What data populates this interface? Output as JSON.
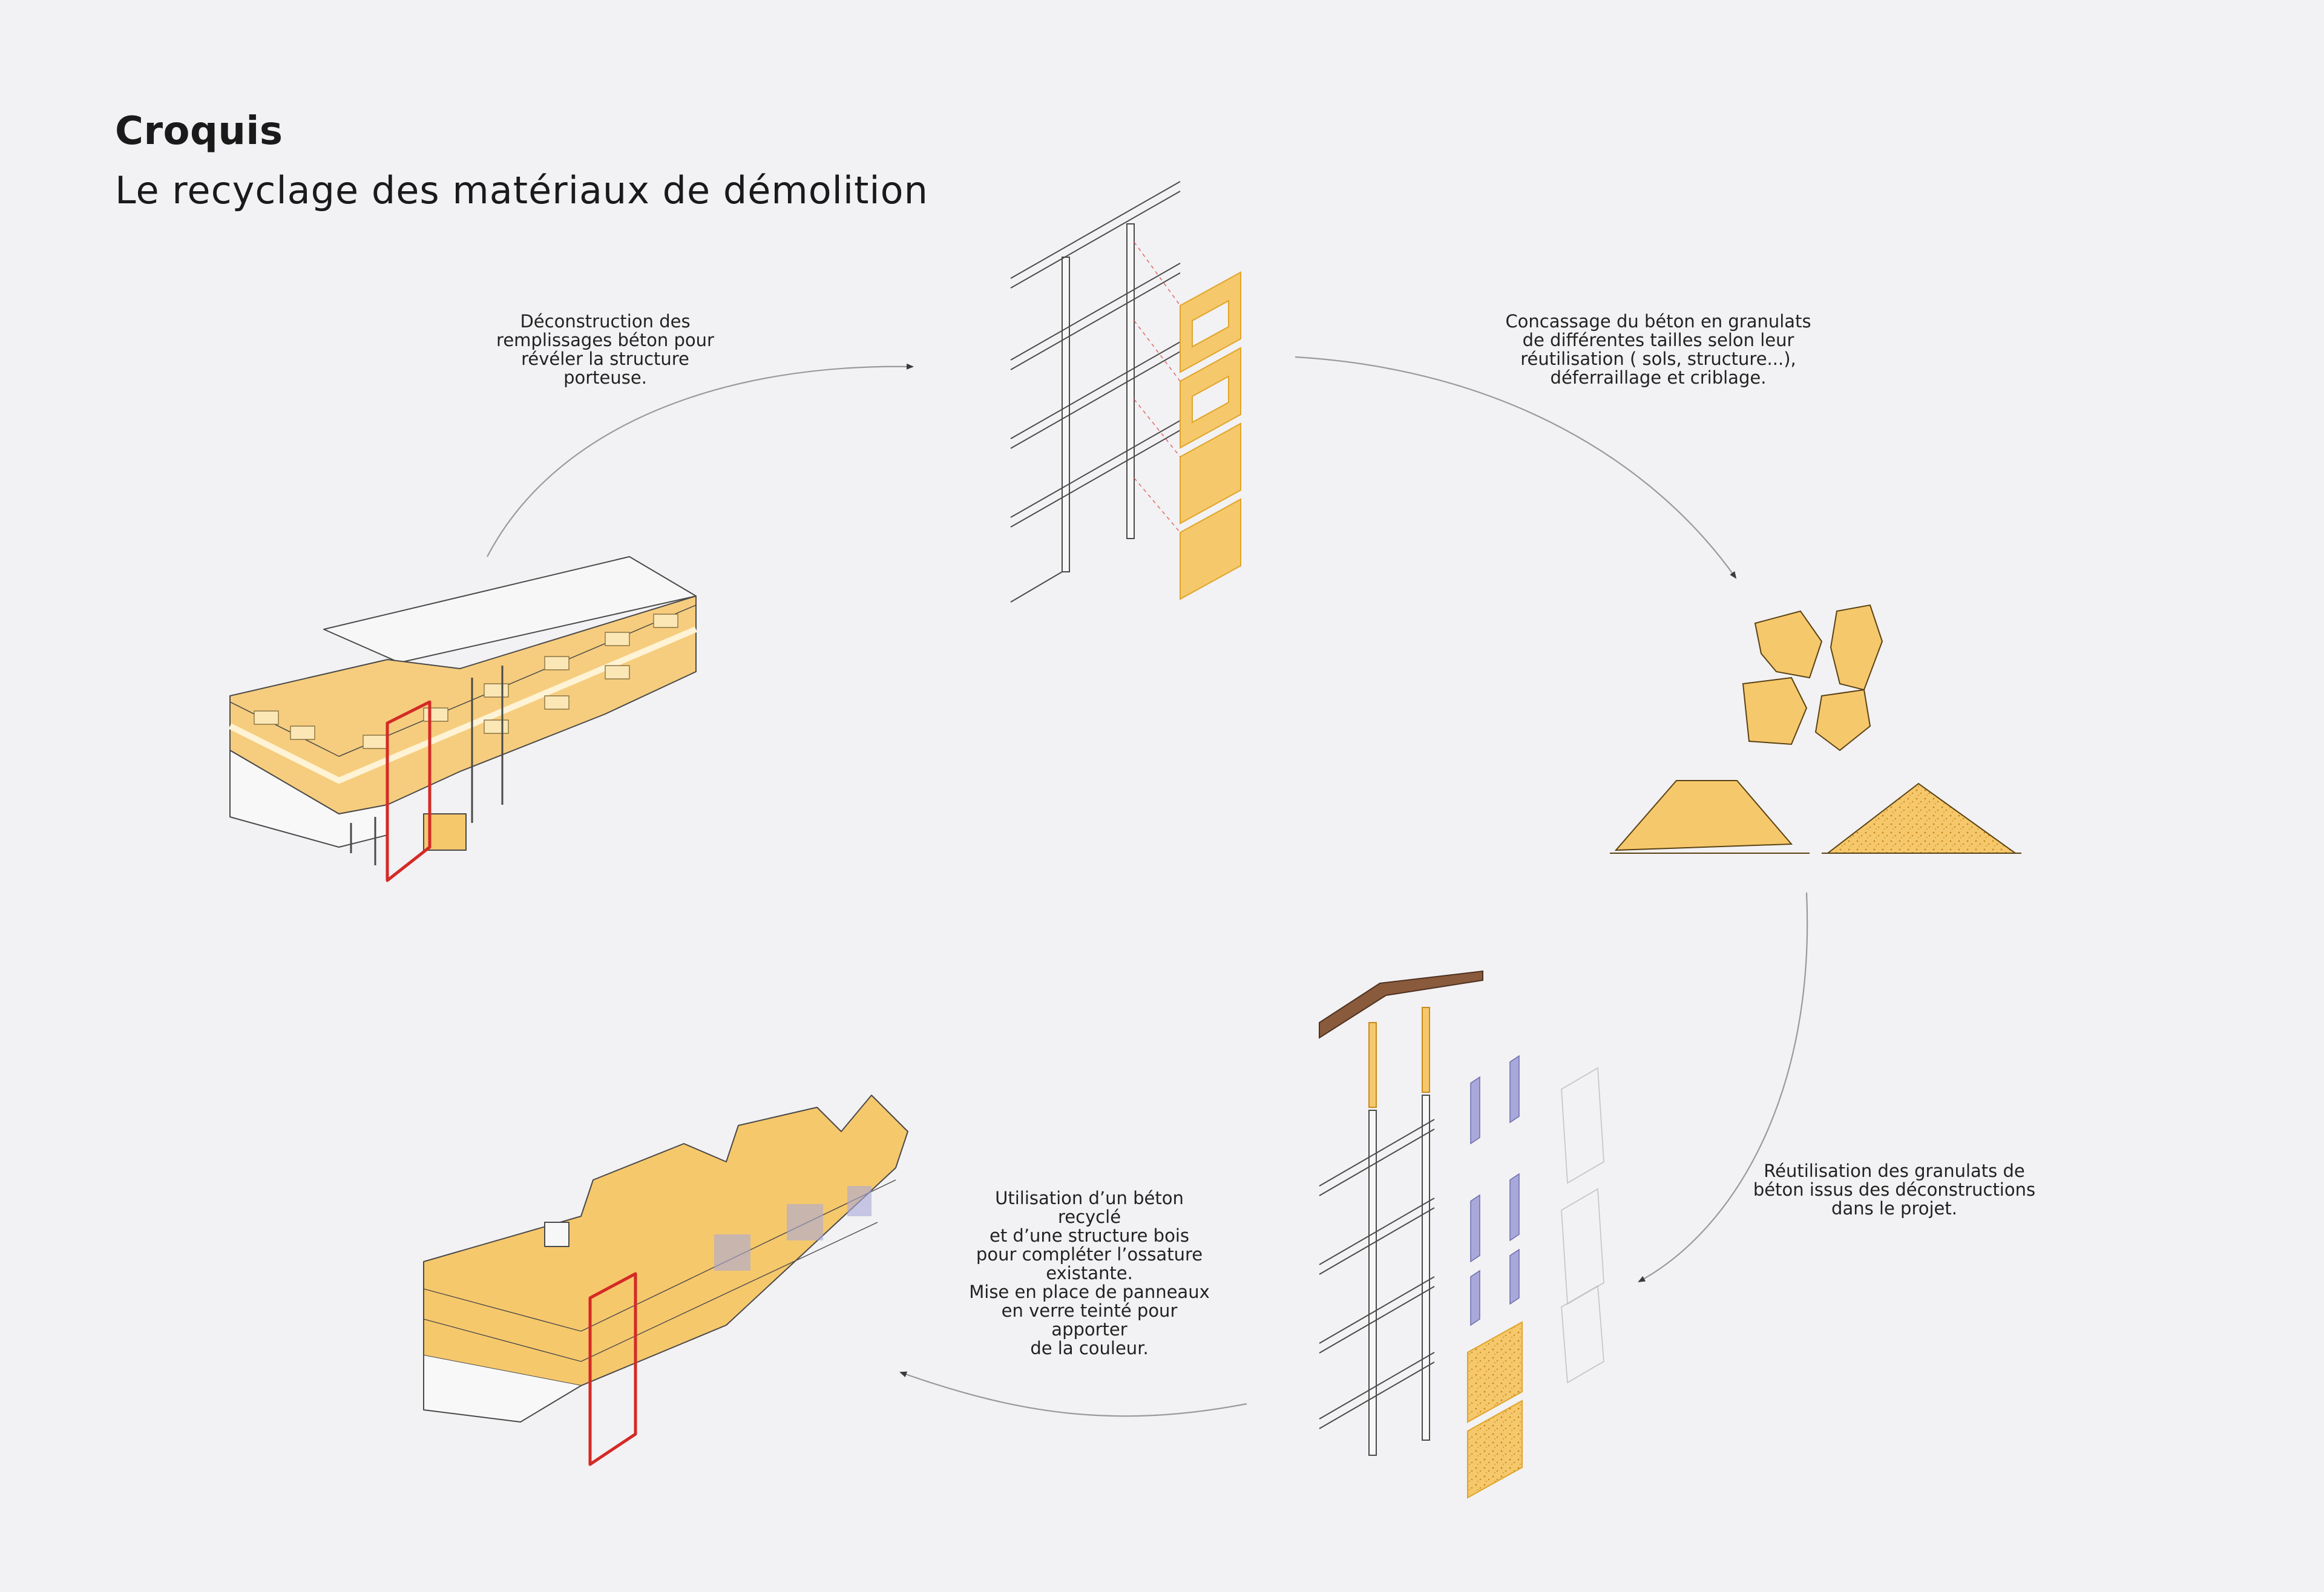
{
  "header": {
    "title": "Croquis",
    "subtitle": "Le recyclage des matériaux de démolition"
  },
  "captions": {
    "deconstruction": "Déconstruction des\nremplissages béton pour\nrévéler la structure porteuse.",
    "crushing": "Concassage du béton en granulats\nde différentes tailles selon leur\nréutilisation ( sols, structure...),\ndéferraillage et criblage.",
    "reuse": "Réutilisation des granulats de\nbéton issus des déconstructions\ndans le projet.",
    "new_structure": "Utilisation d’un béton recyclé\net d’une structure bois\npour compléter l’ossature\nexistante.\nMise en place de panneaux\nen verre teinté pour apporter\nde la couleur."
  },
  "colors": {
    "background": "#f2f1f3",
    "concrete_fill": "#f6c86c",
    "concrete_stroke": "#e0a528",
    "highlight_frame": "#d42a26",
    "timber": "#8a5a3c",
    "tinted_glass": "#a9a8db",
    "line": "#4a4a4a",
    "cycle_arrow": "#9a9a9a"
  }
}
